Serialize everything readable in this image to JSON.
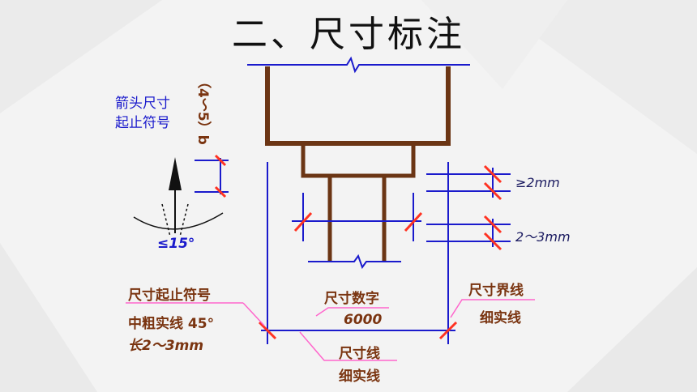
{
  "title": "二、尺寸标注",
  "labels": {
    "arrow_symbol_line1": "箭头尺寸",
    "arrow_symbol_line2": "起止符号",
    "arrow_size": "（4～5）b",
    "angle": "≤15°",
    "gap_2mm": "≥2mm",
    "gap_2_3mm": "2～3mm",
    "start_stop_symbol": "尺寸起止符号",
    "medium_line_45": "中粗实线 45°",
    "length_2_3mm": "长2～3mm",
    "dim_number": "尺寸数字",
    "dim_value": "6000",
    "dim_line": "尺寸线",
    "dim_line_thin": "细实线",
    "ext_line": "尺寸界线",
    "ext_line_thin": "细实线"
  },
  "colors": {
    "structure": "#6b3514",
    "dimension": "#1a1acc",
    "tick": "#ff3322",
    "leader": "#ff66cc",
    "brown_text": "#7a3410"
  }
}
